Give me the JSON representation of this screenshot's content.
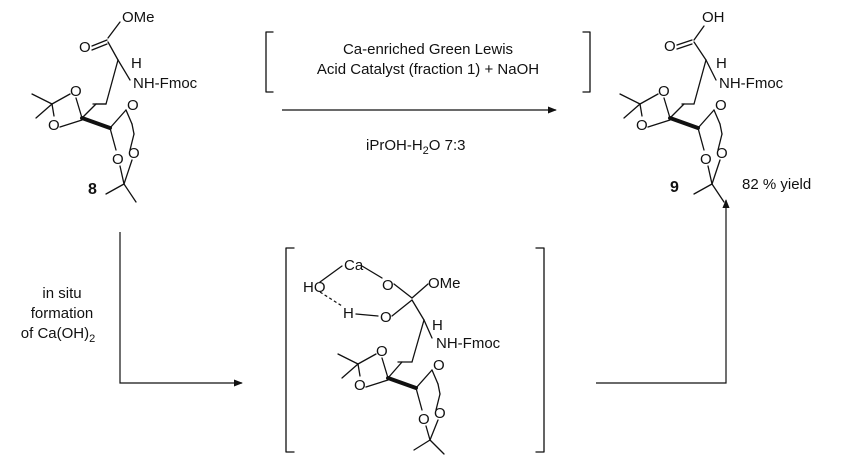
{
  "compound_8": {
    "number": "8",
    "ester_group": "OMe",
    "carbonyl_o": "O",
    "h": "H",
    "amine": "NH-Fmoc",
    "ring_o": "O"
  },
  "compound_9": {
    "number": "9",
    "acid_group": "OH",
    "carbonyl_o": "O",
    "h": "H",
    "amine": "NH-Fmoc",
    "ring_o": "O",
    "yield": "82 % yield"
  },
  "reagents": {
    "catalyst_line1": "Ca-enriched Green Lewis",
    "catalyst_line2": "Acid Catalyst (fraction 1) + NaOH",
    "solvent": "iPrOH-H",
    "solvent_sub": "2",
    "solvent_ratio": "O 7:3"
  },
  "side_note": {
    "line1": "in situ",
    "line2": "formation",
    "line3": "of Ca(OH)",
    "line3_sub": "2"
  },
  "intermediate": {
    "ca": "Ca",
    "ho": "HO",
    "h": "H",
    "o_top": "O",
    "o_bottom": "O",
    "ome": "OMe",
    "ch_h": "H",
    "amine": "NH-Fmoc",
    "ring_o": "O"
  }
}
